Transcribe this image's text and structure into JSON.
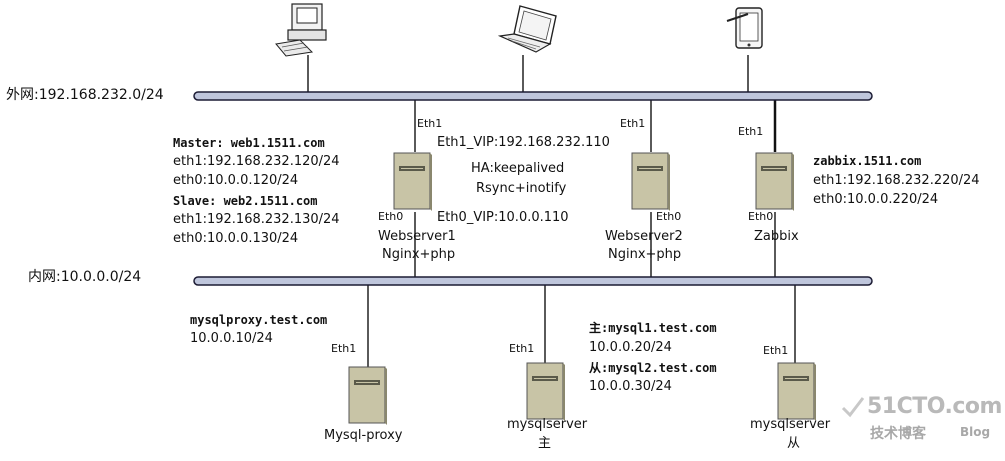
{
  "networks": {
    "external": "外网:192.168.232.0/24",
    "internal": "内网:10.0.0.0/24"
  },
  "interfaces": {
    "eth1": "Eth1",
    "eth0": "Eth0"
  },
  "web_cluster": {
    "master_label": "Master: web1.1511.com",
    "master_eth1": "eth1:192.168.232.120/24",
    "master_eth0": "eth0:10.0.0.120/24",
    "slave_label": "Slave: web2.1511.com",
    "slave_eth1": "eth1:192.168.232.130/24",
    "slave_eth0": "eth0:10.0.0.130/24",
    "vip_external": "Eth1_VIP:192.168.232.110",
    "ha": "HA:keepalived",
    "sync": "Rsync+inotify",
    "vip_internal": "Eth0_VIP:10.0.0.110"
  },
  "servers": {
    "web1_name": "Webserver1",
    "web1_role": "Nginx+php",
    "web2_name": "Webserver2",
    "web2_role": "Nginx+php",
    "zabbix_name": "Zabbix",
    "zabbix_host": "zabbix.1511.com",
    "zabbix_eth1": "eth1:192.168.232.220/24",
    "zabbix_eth0": "eth0:10.0.0.220/24",
    "proxy_name": "Mysql-proxy",
    "proxy_host": "mysqlproxy.test.com",
    "proxy_ip": "10.0.0.10/24",
    "mysql1_name": "mysqlserver",
    "mysql1_role": "主",
    "mysql1_host": "主:mysql1.test.com",
    "mysql1_ip": "10.0.0.20/24",
    "mysql2_host": "从:mysql2.test.com",
    "mysql2_ip": "10.0.0.30/24",
    "mysql2_name": "mysqlserver",
    "mysql2_role": "从"
  },
  "watermark": {
    "brand": "51CTO.com",
    "sub": "技术博客",
    "blog": "Blog"
  },
  "colors": {
    "bus_fill": "#bfc6dc",
    "bus_stroke": "#1b1b33",
    "server_body": "#c8c4a6",
    "server_dark": "#8a876e"
  }
}
